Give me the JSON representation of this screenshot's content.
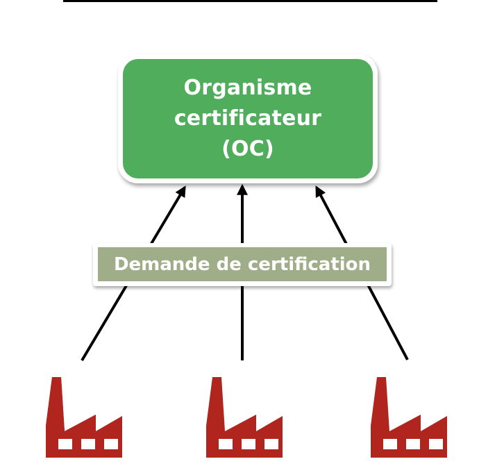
{
  "diagram": {
    "certifier": {
      "lines": [
        "Organisme",
        "certificateur",
        "(OC)"
      ],
      "fill_color": "#4fad5b",
      "text_color": "#ffffff"
    },
    "request_label": {
      "text": "Demande de certification",
      "fill_color": "#9fae89",
      "text_color": "#ffffff"
    },
    "arrows": [
      {
        "from": "factory-1",
        "to": "certifier",
        "direction": "up"
      },
      {
        "from": "factory-2",
        "to": "certifier",
        "direction": "up"
      },
      {
        "from": "factory-3",
        "to": "certifier",
        "direction": "up"
      }
    ],
    "factories": [
      {
        "id": "factory-1",
        "icon": "factory-icon",
        "color": "#b0261e"
      },
      {
        "id": "factory-2",
        "icon": "factory-icon",
        "color": "#b0261e"
      },
      {
        "id": "factory-3",
        "icon": "factory-icon",
        "color": "#b0261e"
      }
    ]
  }
}
